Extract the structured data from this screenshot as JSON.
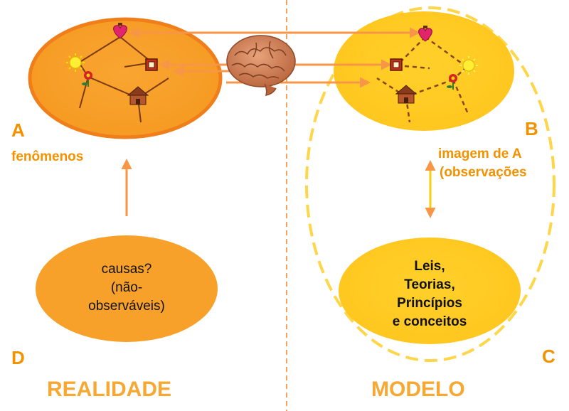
{
  "labels": {
    "a": "A",
    "b": "B",
    "c": "C",
    "d": "D",
    "fenomenos": "fenômenos",
    "imagem_line1": "imagem de A",
    "imagem_line2": "(observações",
    "realidade": "REALIDADE",
    "modelo": "MODELO"
  },
  "causas_box": {
    "lines": [
      "causas?",
      "(não-",
      "observáveis)"
    ]
  },
  "leis_box": {
    "lines": [
      "Leis,",
      "Teorias,",
      "Princípios",
      "e conceitos"
    ]
  },
  "icons": [
    "heart-icon",
    "sun-icon",
    "flower-icon",
    "house-icon",
    "door-icon",
    "brain-icon"
  ],
  "colors": {
    "orange_dark": "#f07e1a",
    "orange_fill": "#f7a12a",
    "yellow_fill": "#ffcc22",
    "arrow": "#f79646",
    "label": "#f39200",
    "divider": "#f4a460",
    "edge": "#7a3b12"
  }
}
